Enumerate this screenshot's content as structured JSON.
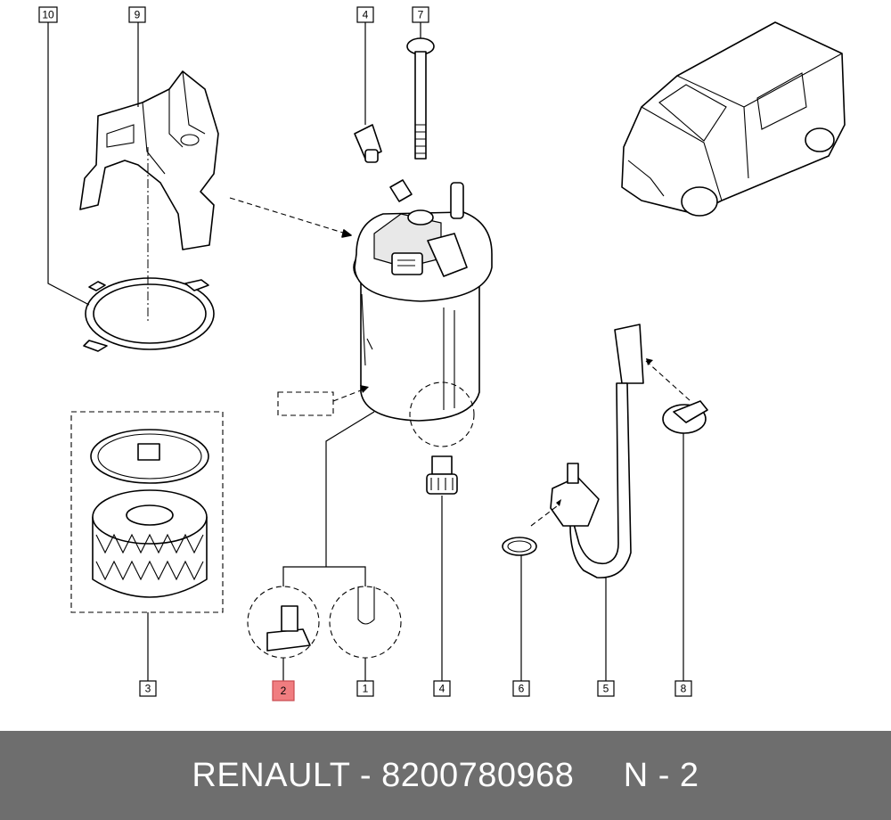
{
  "diagram": {
    "callouts": [
      {
        "id": "c10",
        "label": "10",
        "highlighted": false
      },
      {
        "id": "c9",
        "label": "9",
        "highlighted": false
      },
      {
        "id": "c4top",
        "label": "4",
        "highlighted": false
      },
      {
        "id": "c7",
        "label": "7",
        "highlighted": false
      },
      {
        "id": "c3",
        "label": "3",
        "highlighted": false
      },
      {
        "id": "c2",
        "label": "2",
        "highlighted": true
      },
      {
        "id": "c1",
        "label": "1",
        "highlighted": false
      },
      {
        "id": "c4bot",
        "label": "4",
        "highlighted": false
      },
      {
        "id": "c6",
        "label": "6",
        "highlighted": false
      },
      {
        "id": "c5",
        "label": "5",
        "highlighted": false
      },
      {
        "id": "c8",
        "label": "8",
        "highlighted": false
      }
    ],
    "highlight_color": "#f07d80"
  },
  "footer": {
    "brand": "RENAULT",
    "separator": " - ",
    "part_number": "8200780968",
    "spacer": "     ",
    "position": "N - 2",
    "background_color": "#6e6e6e"
  }
}
